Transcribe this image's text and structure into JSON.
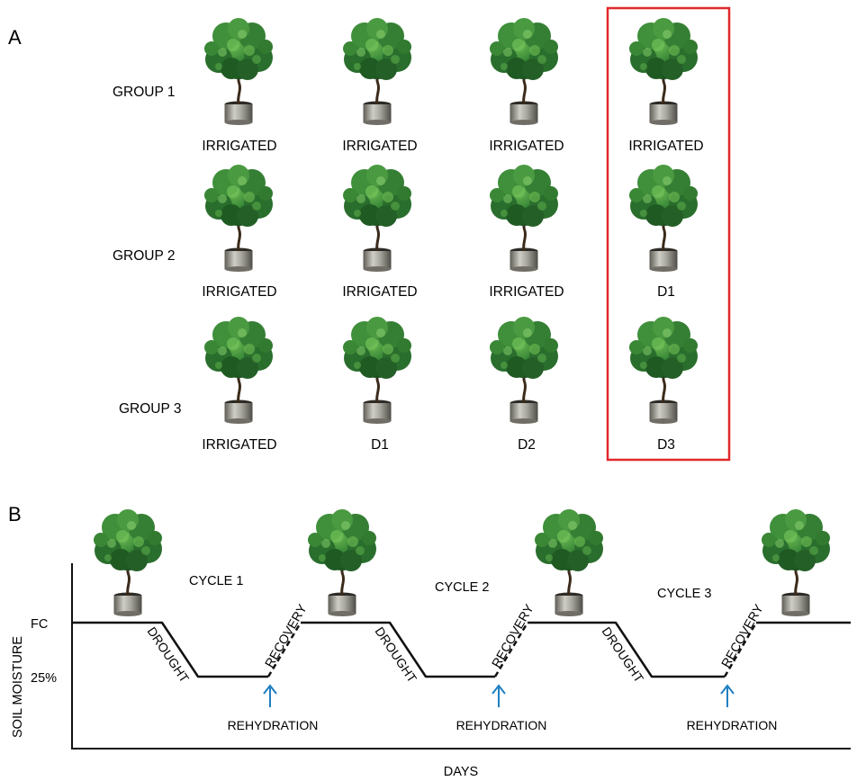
{
  "panel_a": {
    "letter": "A",
    "groups": [
      {
        "label": "GROUP 1",
        "plants": [
          "IRRIGATED",
          "IRRIGATED",
          "IRRIGATED",
          "IRRIGATED"
        ]
      },
      {
        "label": "GROUP 2",
        "plants": [
          "IRRIGATED",
          "IRRIGATED",
          "IRRIGATED",
          "D1"
        ]
      },
      {
        "label": "GROUP 3",
        "plants": [
          "IRRIGATED",
          "D1",
          "D2",
          "D3"
        ]
      }
    ],
    "highlight_color": "#e0282b"
  },
  "panel_b": {
    "letter": "B",
    "y_axis_label": "SOIL MOISTURE",
    "x_axis_label": "DAYS",
    "y_ticks": [
      "FC",
      "25%"
    ],
    "cycles": [
      "CYCLE 1",
      "CYCLE 2",
      "CYCLE 3"
    ],
    "phase_labels": {
      "drought": "DROUGHT",
      "recovery": "RECOVERY"
    },
    "rehydration_label": "REHYDRATION",
    "arrow_color": "#1f7fc1"
  },
  "colors": {
    "foliage_dark": "#1f5a23",
    "foliage_mid": "#2f7d32",
    "foliage_light": "#5fae4e",
    "trunk": "#3b2a1a",
    "pot": "#9a9990"
  }
}
